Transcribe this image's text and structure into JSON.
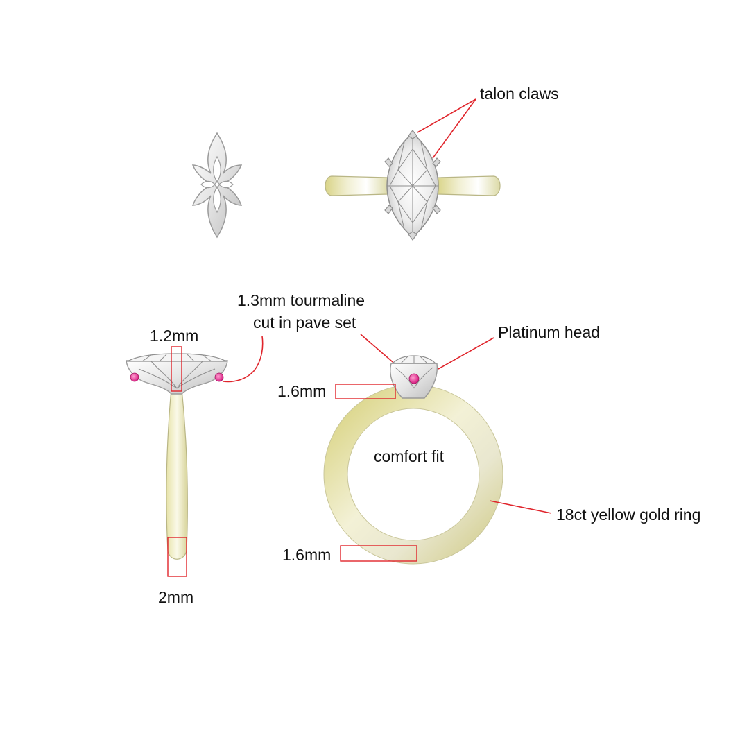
{
  "labels": {
    "talon_claws": "talon claws",
    "tourmaline_line1": "1.3mm tourmaline",
    "tourmaline_line2": "cut in pave set",
    "platinum_head": "Platinum head",
    "comfort_fit": "comfort fit",
    "gold_ring": "18ct yellow gold ring",
    "side_top_width": "1.2mm",
    "side_bottom_width": "2mm",
    "front_top_thickness": "1.6mm",
    "front_bottom_thickness": "1.6mm"
  },
  "colors": {
    "annotation": "#e0242b",
    "gold": "#e4e1a8",
    "platinum": "#e6e6e6",
    "tourmaline": "#e8409a"
  }
}
